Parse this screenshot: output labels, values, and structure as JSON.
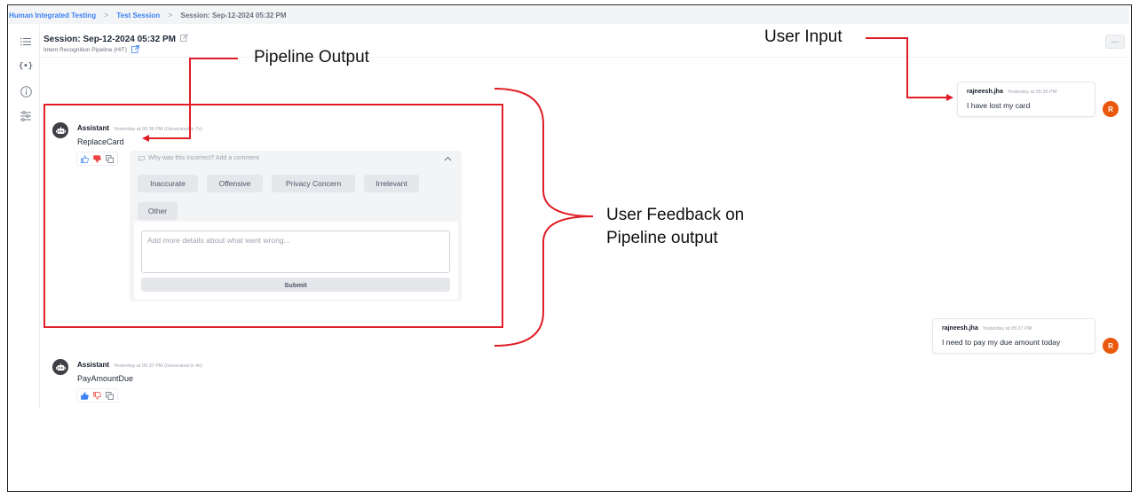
{
  "breadcrumb": {
    "items": [
      "Human Integrated Testing",
      "Test Session",
      "Session: Sep-12-2024 05:32 PM"
    ]
  },
  "sidebar": {
    "icons": [
      "list-icon",
      "variables-icon",
      "info-icon",
      "sliders-icon"
    ]
  },
  "header": {
    "title": "Session: Sep-12-2024 05:32 PM",
    "pipeline": "Intent Recognition Pipeline (HIT)",
    "more_label": "···"
  },
  "messages": [
    {
      "role": "assistant",
      "author": "Assistant",
      "time": "Yesterday at 05:36 PM (Generated in 7s)",
      "text": "ReplaceCard",
      "feedback": "down"
    },
    {
      "role": "assistant",
      "author": "Assistant",
      "time": "Yesterday at 05:37 PM (Generated in 4s)",
      "text": "PayAmountDue",
      "feedback": "up"
    },
    {
      "role": "user",
      "author": "rajneesh.jha",
      "time": "Yesterday at 05:36 PM",
      "text": "I have lost my card",
      "avatar": "R"
    },
    {
      "role": "user",
      "author": "rajneesh.jha",
      "time": "Yesterday at 05:37 PM",
      "text": "I need to pay my due amount today",
      "avatar": "R"
    }
  ],
  "feedback_panel": {
    "prompt": "Why was this Incorrect? Add a comment",
    "chips": [
      "Inaccurate",
      "Offensive",
      "Privacy Concern",
      "Irrelevant",
      "Other"
    ],
    "placeholder": "Add more details about what went wrong...",
    "submit_label": "Submit"
  },
  "annotations": {
    "pipeline_output": "Pipeline Output",
    "user_input": "User Input",
    "user_feedback_line1": "User Feedback on",
    "user_feedback_line2": "Pipeline output"
  },
  "colors": {
    "annotation_red": "#e11d27",
    "link_blue": "#3b82f6",
    "thumb_down_active": "#ef4444",
    "thumb_up_active": "#3b82f6",
    "avatar_user": "#ea580c",
    "avatar_bot": "#3f3f46"
  }
}
